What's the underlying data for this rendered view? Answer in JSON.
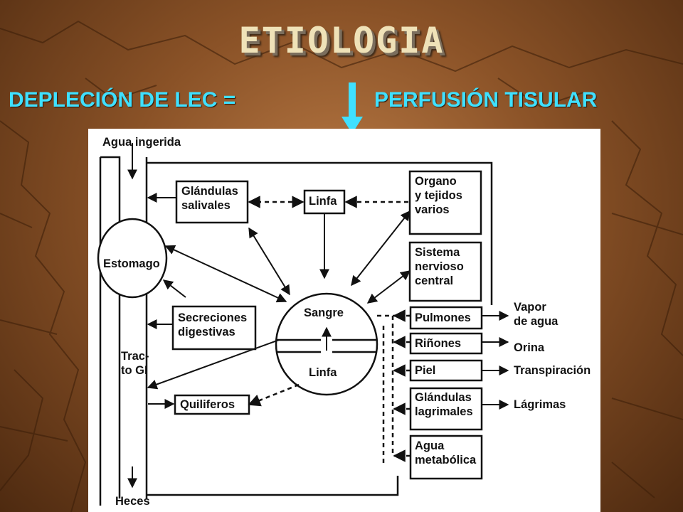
{
  "title": "ETIOLOGIA",
  "subtitle": {
    "left": "DEPLECIÓN DE LEC =",
    "right": "PERFUSIÓN TISULAR"
  },
  "colors": {
    "accent": "#3fe0ff",
    "title": "#efe2b8"
  },
  "icons": {
    "decrease": "down-arrow-icon"
  },
  "diagram": {
    "agua_ingerida": "Agua ingerida",
    "glandulas_salivales": "Glándulas\nsalivales",
    "linfa_top": "Linfa",
    "organo": "Organo\ny tejidos\nvarios",
    "sistema": "Sistema\nnervioso\ncentral",
    "estomago": "Estomago",
    "secreciones": "Secreciones\ndigestivas",
    "sangre": "Sangre",
    "linfa_circle": "Linfa",
    "tracto": "Trac-\nto GI",
    "quiliferos": "Quiliferos",
    "heces": "Heces",
    "pulmones": "Pulmones",
    "rinones": "Riñones",
    "piel": "Piel",
    "glandulas_lagrimales": "Glándulas\nlagrimales",
    "agua_metabolica": "Agua\nmetabólica",
    "vapor": "Vapor\nde agua",
    "orina": "Orina",
    "transpiracion": "Transpiración",
    "lagrimas": "Lágrimas"
  }
}
